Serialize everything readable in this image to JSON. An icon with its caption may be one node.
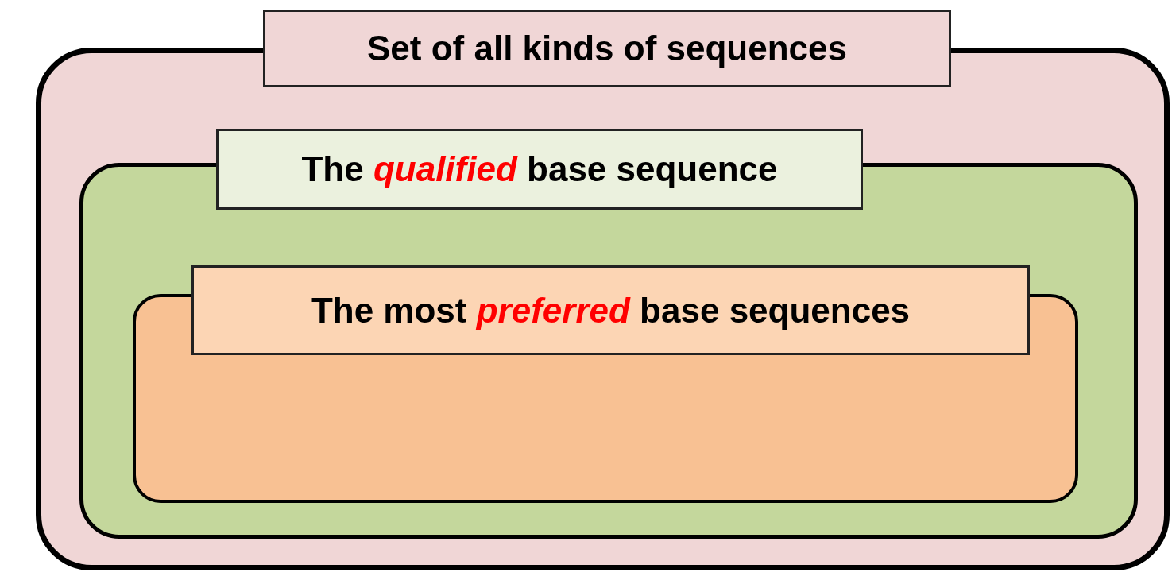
{
  "diagram": {
    "nodes": [
      {
        "text": [
          "Set of all kinds of sequences"
        ]
      },
      {
        "text": [
          "The *qualified* base sequence"
        ],
        "in": 0
      },
      {
        "text": [
          "The most *preferred* base sequences"
        ],
        "in": 1
      }
    ]
  }
}
